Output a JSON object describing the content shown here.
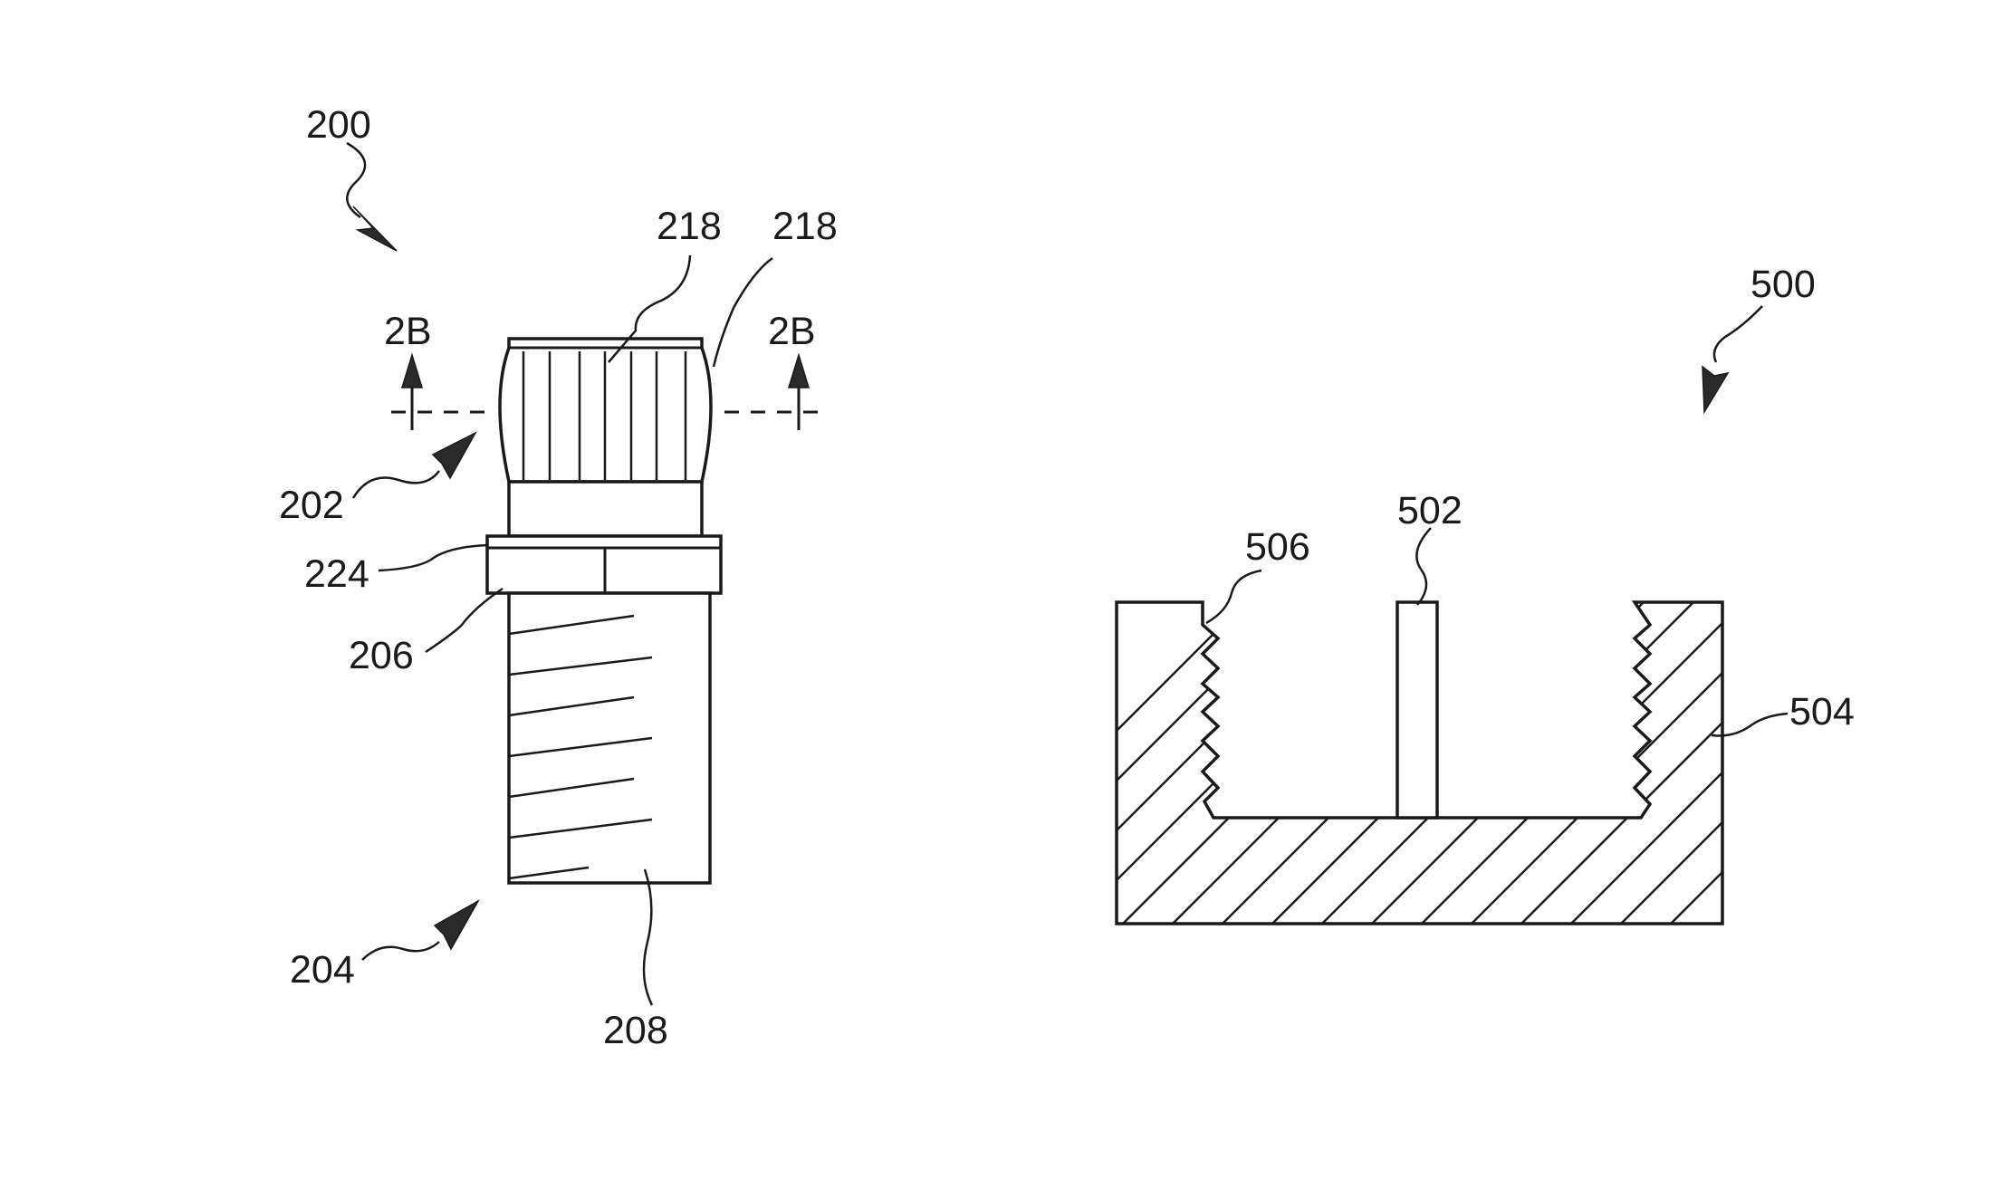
{
  "figure_left": {
    "assembly_ref": "200",
    "section_marker_left": "2B",
    "section_marker_right": "2B",
    "callouts": {
      "cap_flute_inner": "218",
      "cap_flute_outer": "218",
      "cap_body": "202",
      "flange": "224",
      "flange_lower": "206",
      "threaded_shank": "204",
      "shank_end": "208"
    }
  },
  "figure_right": {
    "assembly_ref": "500",
    "callouts": {
      "center_post": "502",
      "housing": "504",
      "internal_thread": "506"
    }
  }
}
